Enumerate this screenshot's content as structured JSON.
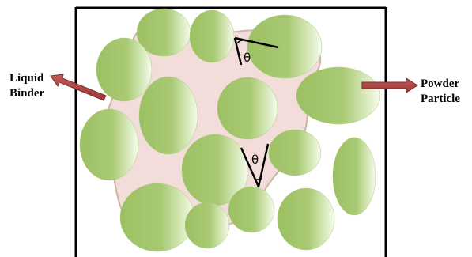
{
  "labels": {
    "liquid_binder_line1": "Liquid",
    "liquid_binder_line2": "Binder",
    "powder_particle_line1": "Powder",
    "powder_particle_line2": "Particle",
    "contact_angle_symbol": "θ"
  },
  "colors": {
    "particle_light": "#f4f9ea",
    "particle_mid": "#b7d386",
    "particle_dark": "#8db45a",
    "binder_fill": "#f3dddb",
    "binder_edge": "#c9b7a2",
    "arrow_fill": "#b24a48",
    "arrow_edge": "#7c2f2e",
    "frame": "#000000"
  }
}
